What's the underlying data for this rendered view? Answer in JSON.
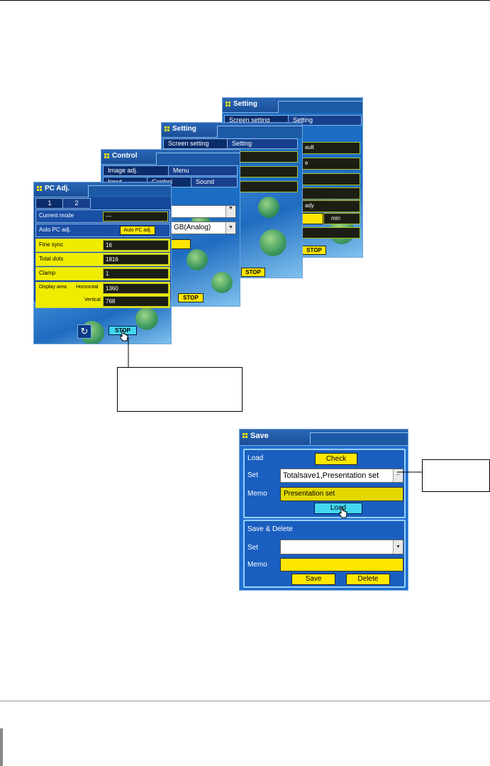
{
  "setting_back": {
    "title": "Setting",
    "tabs": [
      "Screen setting",
      "Setting"
    ],
    "rows": [
      "ault",
      "e",
      "",
      "",
      "ady",
      "",
      ""
    ],
    "min_label": "min",
    "stop_label": "STOP"
  },
  "setting_mid": {
    "title": "Setting",
    "tabs": [
      "Screen setting",
      "Setting"
    ],
    "stop_label": "STOP"
  },
  "control": {
    "title": "Control",
    "tabs_top": [
      "Image adj.",
      "Menu"
    ],
    "tabs_bottom": [
      "Input",
      "Control",
      "Sound"
    ],
    "source_value": "GB(Analog)",
    "stop_label": "STOP"
  },
  "pc_adj": {
    "title": "PC Adj.",
    "tabs": [
      "1",
      "2"
    ],
    "rows": [
      {
        "label": "Current mode",
        "value": "---"
      },
      {
        "label": "Auto PC adj.",
        "button": "Auto PC adj."
      },
      {
        "label": "Fine sync",
        "value": "16"
      },
      {
        "label": "Total dots",
        "value": "1816"
      },
      {
        "label": "Clamp",
        "value": "1"
      }
    ],
    "display_area": {
      "label": "Display area",
      "horizontal_label": "Horizontal",
      "horizontal": "1360",
      "vertical_label": "Vertical",
      "vertical": "768"
    },
    "stop_label": "STOP",
    "reset_icon": "reset-icon"
  },
  "save": {
    "title": "Save",
    "load_section": {
      "load_label": "Load",
      "check_button": "Check",
      "set_label": "Set",
      "set_value": "Totalsave1,Presentation set",
      "memo_label": "Memo",
      "memo_value": "Presentation set",
      "load_button": "Load"
    },
    "save_section": {
      "title": "Save & Delete",
      "set_label": "Set",
      "set_value": "",
      "memo_label": "Memo",
      "memo_value": "",
      "save_button": "Save",
      "delete_button": "Delete"
    }
  },
  "colors": {
    "panel_blue": "#1b6ec4",
    "accent_yellow": "#ffe600",
    "button_cyan": "#43d7f2"
  }
}
